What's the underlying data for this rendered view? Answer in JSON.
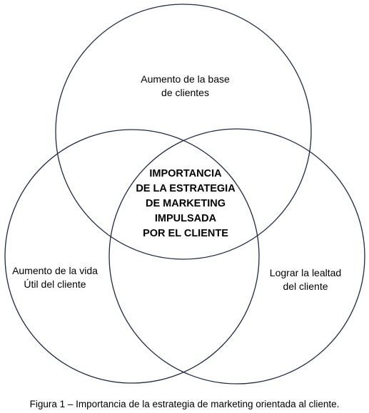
{
  "diagram": {
    "top_circle": {
      "lines": [
        "Aumento  de la base",
        "de clientes"
      ]
    },
    "left_circle": {
      "lines": [
        "Aumento  de la vida",
        "Útil del cliente"
      ]
    },
    "right_circle": {
      "lines": [
        "Lograr la lealtad",
        "del cliente"
      ]
    },
    "center": {
      "lines": [
        "IMPORTANCIA",
        "DE LA ESTRATEGIA",
        "DE MARKETING",
        "IMPULSADA",
        "POR EL CLIENTE"
      ]
    }
  },
  "caption": "Figura 1 – Importancia  de la estrategia de marketing  orientada al cliente."
}
